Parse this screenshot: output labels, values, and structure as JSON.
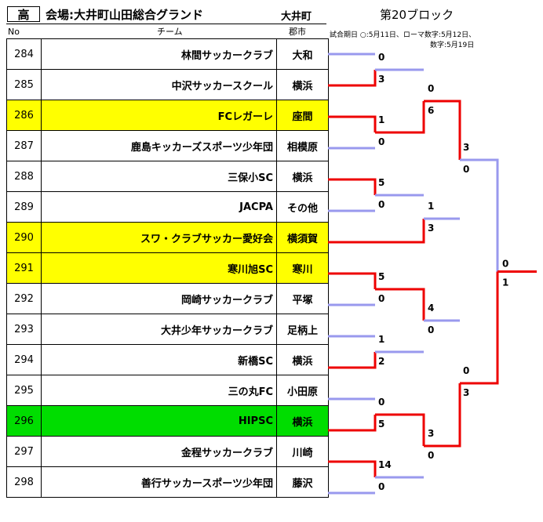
{
  "header": {
    "grade": "高",
    "venue": "会場:大井町山田総合グランド",
    "town": "大井町",
    "block": "第20ブロック",
    "note_line1": "試合期日 ○:5月11日、ローマ数字:5月12日、",
    "note_line2": "数字:5月19日",
    "col_no": "No",
    "col_team": "チーム",
    "col_city": "郡市"
  },
  "teams": [
    {
      "no": "284",
      "name": "林間サッカークラブ",
      "city": "大和",
      "color": ""
    },
    {
      "no": "285",
      "name": "中沢サッカースクール",
      "city": "横浜",
      "color": ""
    },
    {
      "no": "286",
      "name": "FCレガーレ",
      "city": "座間",
      "color": "yellow"
    },
    {
      "no": "287",
      "name": "鹿島キッカーズスポーツ少年団",
      "city": "相模原",
      "color": ""
    },
    {
      "no": "288",
      "name": "三保小SC",
      "city": "横浜",
      "color": ""
    },
    {
      "no": "289",
      "name": "JACPA",
      "city": "その他",
      "color": ""
    },
    {
      "no": "290",
      "name": "スワ・クラブサッカー愛好会",
      "city": "横須賀",
      "color": "yellow"
    },
    {
      "no": "291",
      "name": "寒川旭SC",
      "city": "寒川",
      "color": "yellow"
    },
    {
      "no": "292",
      "name": "岡崎サッカークラブ",
      "city": "平塚",
      "color": ""
    },
    {
      "no": "293",
      "name": "大井少年サッカークラブ",
      "city": "足柄上",
      "color": ""
    },
    {
      "no": "294",
      "name": "新橋SC",
      "city": "横浜",
      "color": ""
    },
    {
      "no": "295",
      "name": "三の丸FC",
      "city": "小田原",
      "color": ""
    },
    {
      "no": "296",
      "name": "HIPSC",
      "city": "横浜",
      "color": "green"
    },
    {
      "no": "297",
      "name": "金程サッカークラブ",
      "city": "川崎",
      "color": ""
    },
    {
      "no": "298",
      "name": "善行サッカースポーツ少年団",
      "city": "藤沢",
      "color": ""
    }
  ],
  "colors": {
    "winner": "#ee0000",
    "loser": "#9999ee",
    "yellow": "#ffff00",
    "green": "#00dd00"
  },
  "scores": {
    "r1_1_top": "0",
    "r1_1_bot": "3",
    "r1_2_top": "1",
    "r1_2_bot": "0",
    "r1_3_top": "5",
    "r1_3_bot": "0",
    "r1_4_top": "5",
    "r1_4_bot": "0",
    "r1_5_top": "1",
    "r1_5_bot": "2",
    "r1_6_top": "0",
    "r1_6_bot": "5",
    "r1_7_top": "14",
    "r1_7_bot": "0",
    "r2_1_top": "0",
    "r2_1_bot": "6",
    "r2_2_top": "1",
    "r2_2_bot": "3",
    "r2_3_top": "4",
    "r2_3_bot": "0",
    "r2_4_top": "3",
    "r2_4_bot": "0",
    "r3_1_top": "3",
    "r3_1_bot": "0",
    "r3_2_top": "0",
    "r3_2_bot": "3",
    "final_top": "0",
    "final_bot": "1"
  }
}
